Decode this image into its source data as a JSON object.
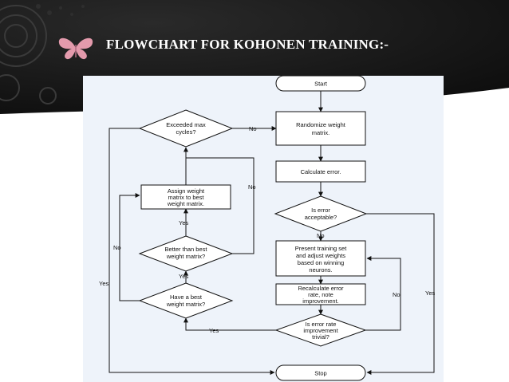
{
  "slide": {
    "title": "FLOWCHART FOR KOHONEN TRAINING:-",
    "icon": "butterfly-icon",
    "colors": {
      "banner": "#141414",
      "accent": "#e39aac",
      "panel": "#eef3fa"
    }
  },
  "flowchart": {
    "start": "Start",
    "randomize": [
      "Randomize weight",
      "matrix."
    ],
    "calc_error": "Calculate error.",
    "error_ok": [
      "Is error",
      "acceptable?"
    ],
    "present": [
      "Present training set",
      "and adjust weights",
      "based on winning",
      "neurons."
    ],
    "recalc": [
      "Recalculate error",
      "rate, note",
      "improvement."
    ],
    "trivial": [
      "Is error rate",
      "improvement",
      "trivial?"
    ],
    "exceeded": [
      "Exceeded max",
      "cycles?"
    ],
    "assign": [
      "Assign weight",
      "matrix to best",
      "weight matrix."
    ],
    "better": [
      "Better than best",
      "weight matrix?"
    ],
    "have_best": [
      "Have a best",
      "weight matrix?"
    ],
    "stop": "Stop",
    "labels": {
      "exceeded_no": "No",
      "better_no": "No",
      "error_no": "No",
      "trivial_no": "No",
      "have_best_no": "No",
      "better_yes": "Yes",
      "have_best_yes": "Yes",
      "error_yes": "Yes",
      "trivial_yes": "Yes",
      "exceeded_yes": "Yes"
    }
  }
}
